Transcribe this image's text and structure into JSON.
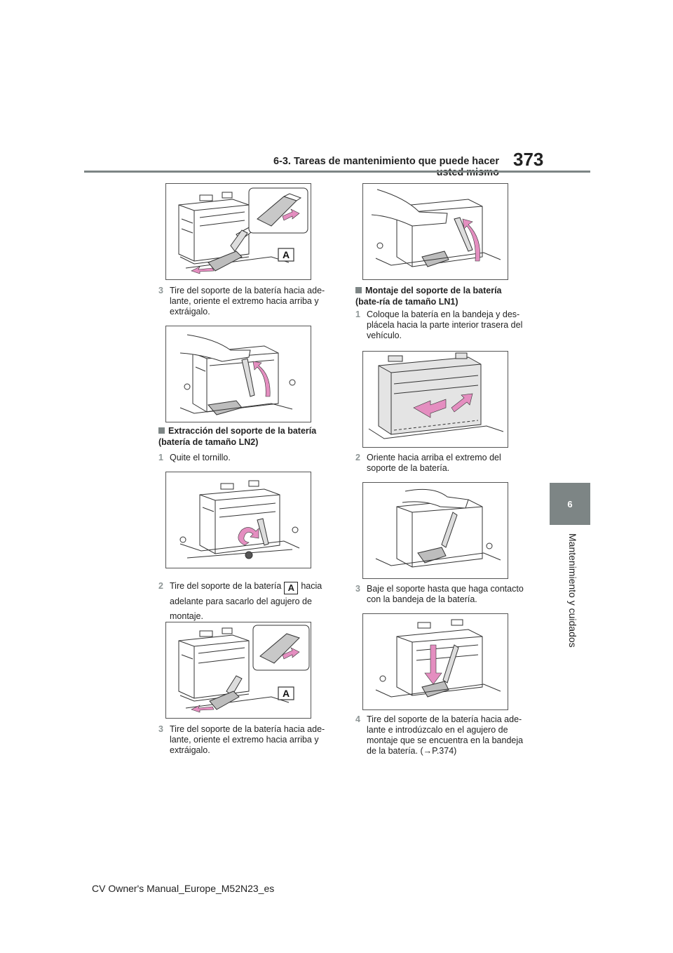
{
  "header": {
    "title": "6-3. Tareas de mantenimiento que puede hacer usted mismo",
    "page_number": "373"
  },
  "side_tab": {
    "chapter_number": "6",
    "chapter_label": "Mantenimiento y cuidados"
  },
  "left_column": {
    "step_a": {
      "number": "3",
      "text": "Tire del soporte de la batería hacia ade-lante, oriente el extremo hacia arriba y extráigalo."
    },
    "section_ln2": {
      "heading": "Extracción del soporte de la batería (batería de tamaño LN2)"
    },
    "step_b": {
      "number": "1",
      "text": "Quite el tornillo."
    },
    "step_c": {
      "number": "2",
      "text_before": "Tire del soporte de la batería",
      "label": "A",
      "text_after": "hacia adelante para sacarlo del agujero de montaje."
    },
    "step_d": {
      "number": "3",
      "text": "Tire del soporte de la batería hacia ade-lante, oriente el extremo hacia arriba y extráigalo."
    }
  },
  "right_column": {
    "section_ln1": {
      "heading": "Montaje del soporte de la batería (bate-ría de tamaño LN1)"
    },
    "step_a": {
      "number": "1",
      "text": "Coloque la batería en la bandeja y des-plácela hacia la parte interior trasera del vehículo."
    },
    "step_b": {
      "number": "2",
      "text": "Oriente hacia arriba el extremo del soporte de la batería."
    },
    "step_c": {
      "number": "3",
      "text": "Baje el soporte hasta que haga contacto con la bandeja de la batería."
    },
    "step_d": {
      "number": "4",
      "text": "Tire del soporte de la batería hacia ade-lante e introdúzcalo en el agujero de montaje que se encuentra en la bandeja de la batería. (→P.374)"
    }
  },
  "figure_labels": {
    "callout": "A"
  },
  "footer": {
    "text": "CV Owner's Manual_Europe_M52N23_es"
  },
  "colors": {
    "accent_gray": "#7d8585",
    "arrow_pink": "#e48ec0",
    "line": "#333333"
  }
}
